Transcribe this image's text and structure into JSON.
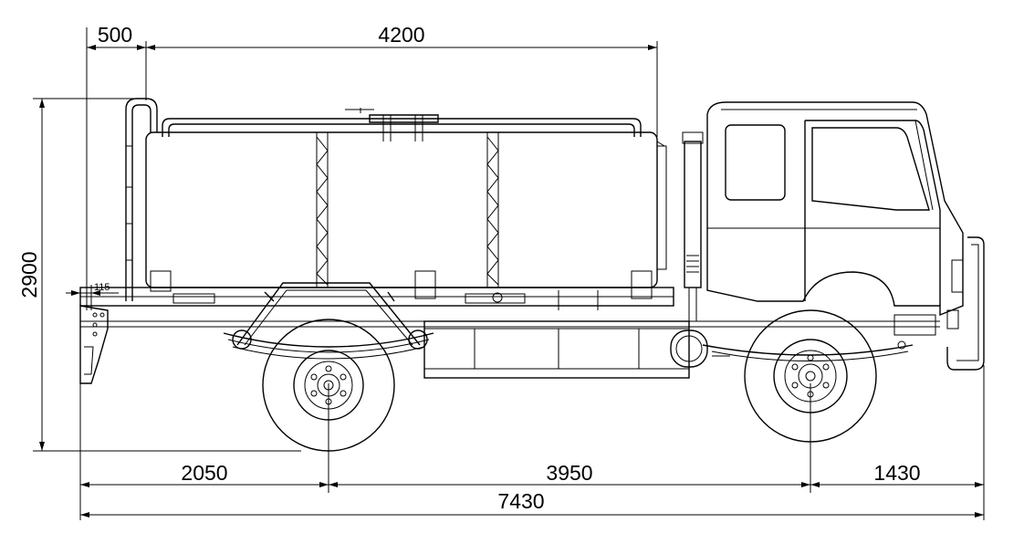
{
  "dimensions": {
    "rear_overhang_top": "500",
    "tank_length": "4200",
    "overall_height": "2900",
    "small_offset": "115",
    "rear_overhang": "2050",
    "wheelbase": "3950",
    "front_overhang": "1430",
    "overall_length": "7430"
  }
}
